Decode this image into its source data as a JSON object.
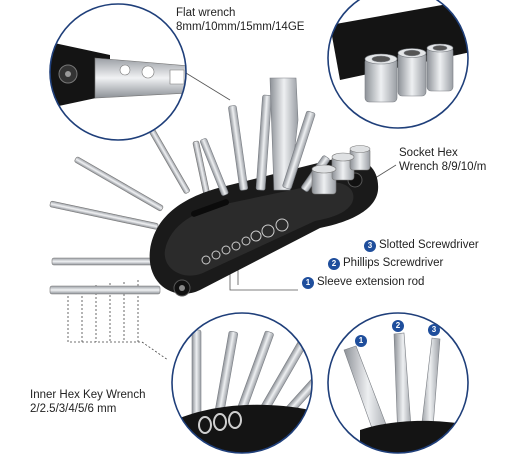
{
  "labels": {
    "flat_wrench_title": "Flat wrench",
    "flat_wrench_sizes": "8mm/10mm/15mm/14GE",
    "socket_title": "Socket Hex",
    "socket_sizes": "Wrench 8/9/10/m",
    "hex_key_title": "Inner Hex Key Wrench",
    "hex_key_sizes": "2/2.5/3/4/5/6 mm"
  },
  "legend": [
    {
      "number": "3",
      "text": "Slotted Screwdriver"
    },
    {
      "number": "2",
      "text": "Phillips Screwdriver"
    },
    {
      "number": "1",
      "text": "Sleeve extension rod"
    }
  ],
  "detail_markers": [
    "1",
    "2",
    "3"
  ],
  "colors": {
    "badge": "#1f4e9c",
    "circle_border": "#1f3f7a",
    "tool_body": "#1a1a1a",
    "metal": "#c9ccd1"
  }
}
